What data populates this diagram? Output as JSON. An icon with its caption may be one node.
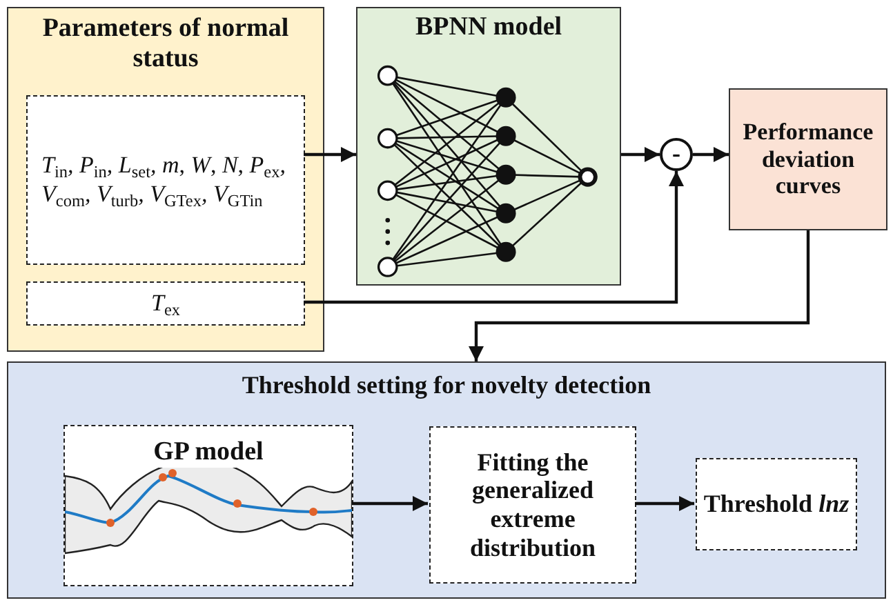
{
  "diagram": {
    "nodes": [
      {
        "text": [
          "Parameters of normal status"
        ]
      },
      {
        "text": [
          "*T*$_{in}$*,* *P*$_{in}$*,* *L*$_{set}$*,* *m*, *W*, *N*, *P*$_{ex}$*,* *V*$_{com}$*,* *V*$_{turb}$*,* *V*$_{GTex}$*,* *V*$_{GTin}$"
        ],
        "in": 0
      },
      {
        "text": [
          "*T*$_{ex}$"
        ],
        "in": 0
      },
      {
        "text": [
          "BPNN model"
        ]
      },
      {
        "text": [
          "-"
        ]
      },
      {
        "text": [
          "Performance deviation curves"
        ]
      },
      {
        "text": [
          "Threshold setting for novelty detection"
        ]
      },
      {
        "text": [
          "GP model"
        ],
        "in": 6
      },
      {
        "text": [
          "Fitting the generalized extreme distribution"
        ],
        "in": 6
      },
      {
        "text": [
          "Threshold *lnz*"
        ],
        "in": 6
      }
    ],
    "edges": [
      {
        "from": 1,
        "to": 3,
        "arrow": "to"
      },
      {
        "from": 3,
        "to": 4,
        "arrow": "to"
      },
      {
        "from": 4,
        "to": 5,
        "arrow": "to"
      },
      {
        "from": 2,
        "to": 4,
        "arrow": "to"
      },
      {
        "from": 5,
        "to": 6,
        "arrow": "to"
      },
      {
        "from": 7,
        "to": 8,
        "arrow": "to"
      },
      {
        "from": 8,
        "to": 9,
        "arrow": "to"
      }
    ]
  }
}
